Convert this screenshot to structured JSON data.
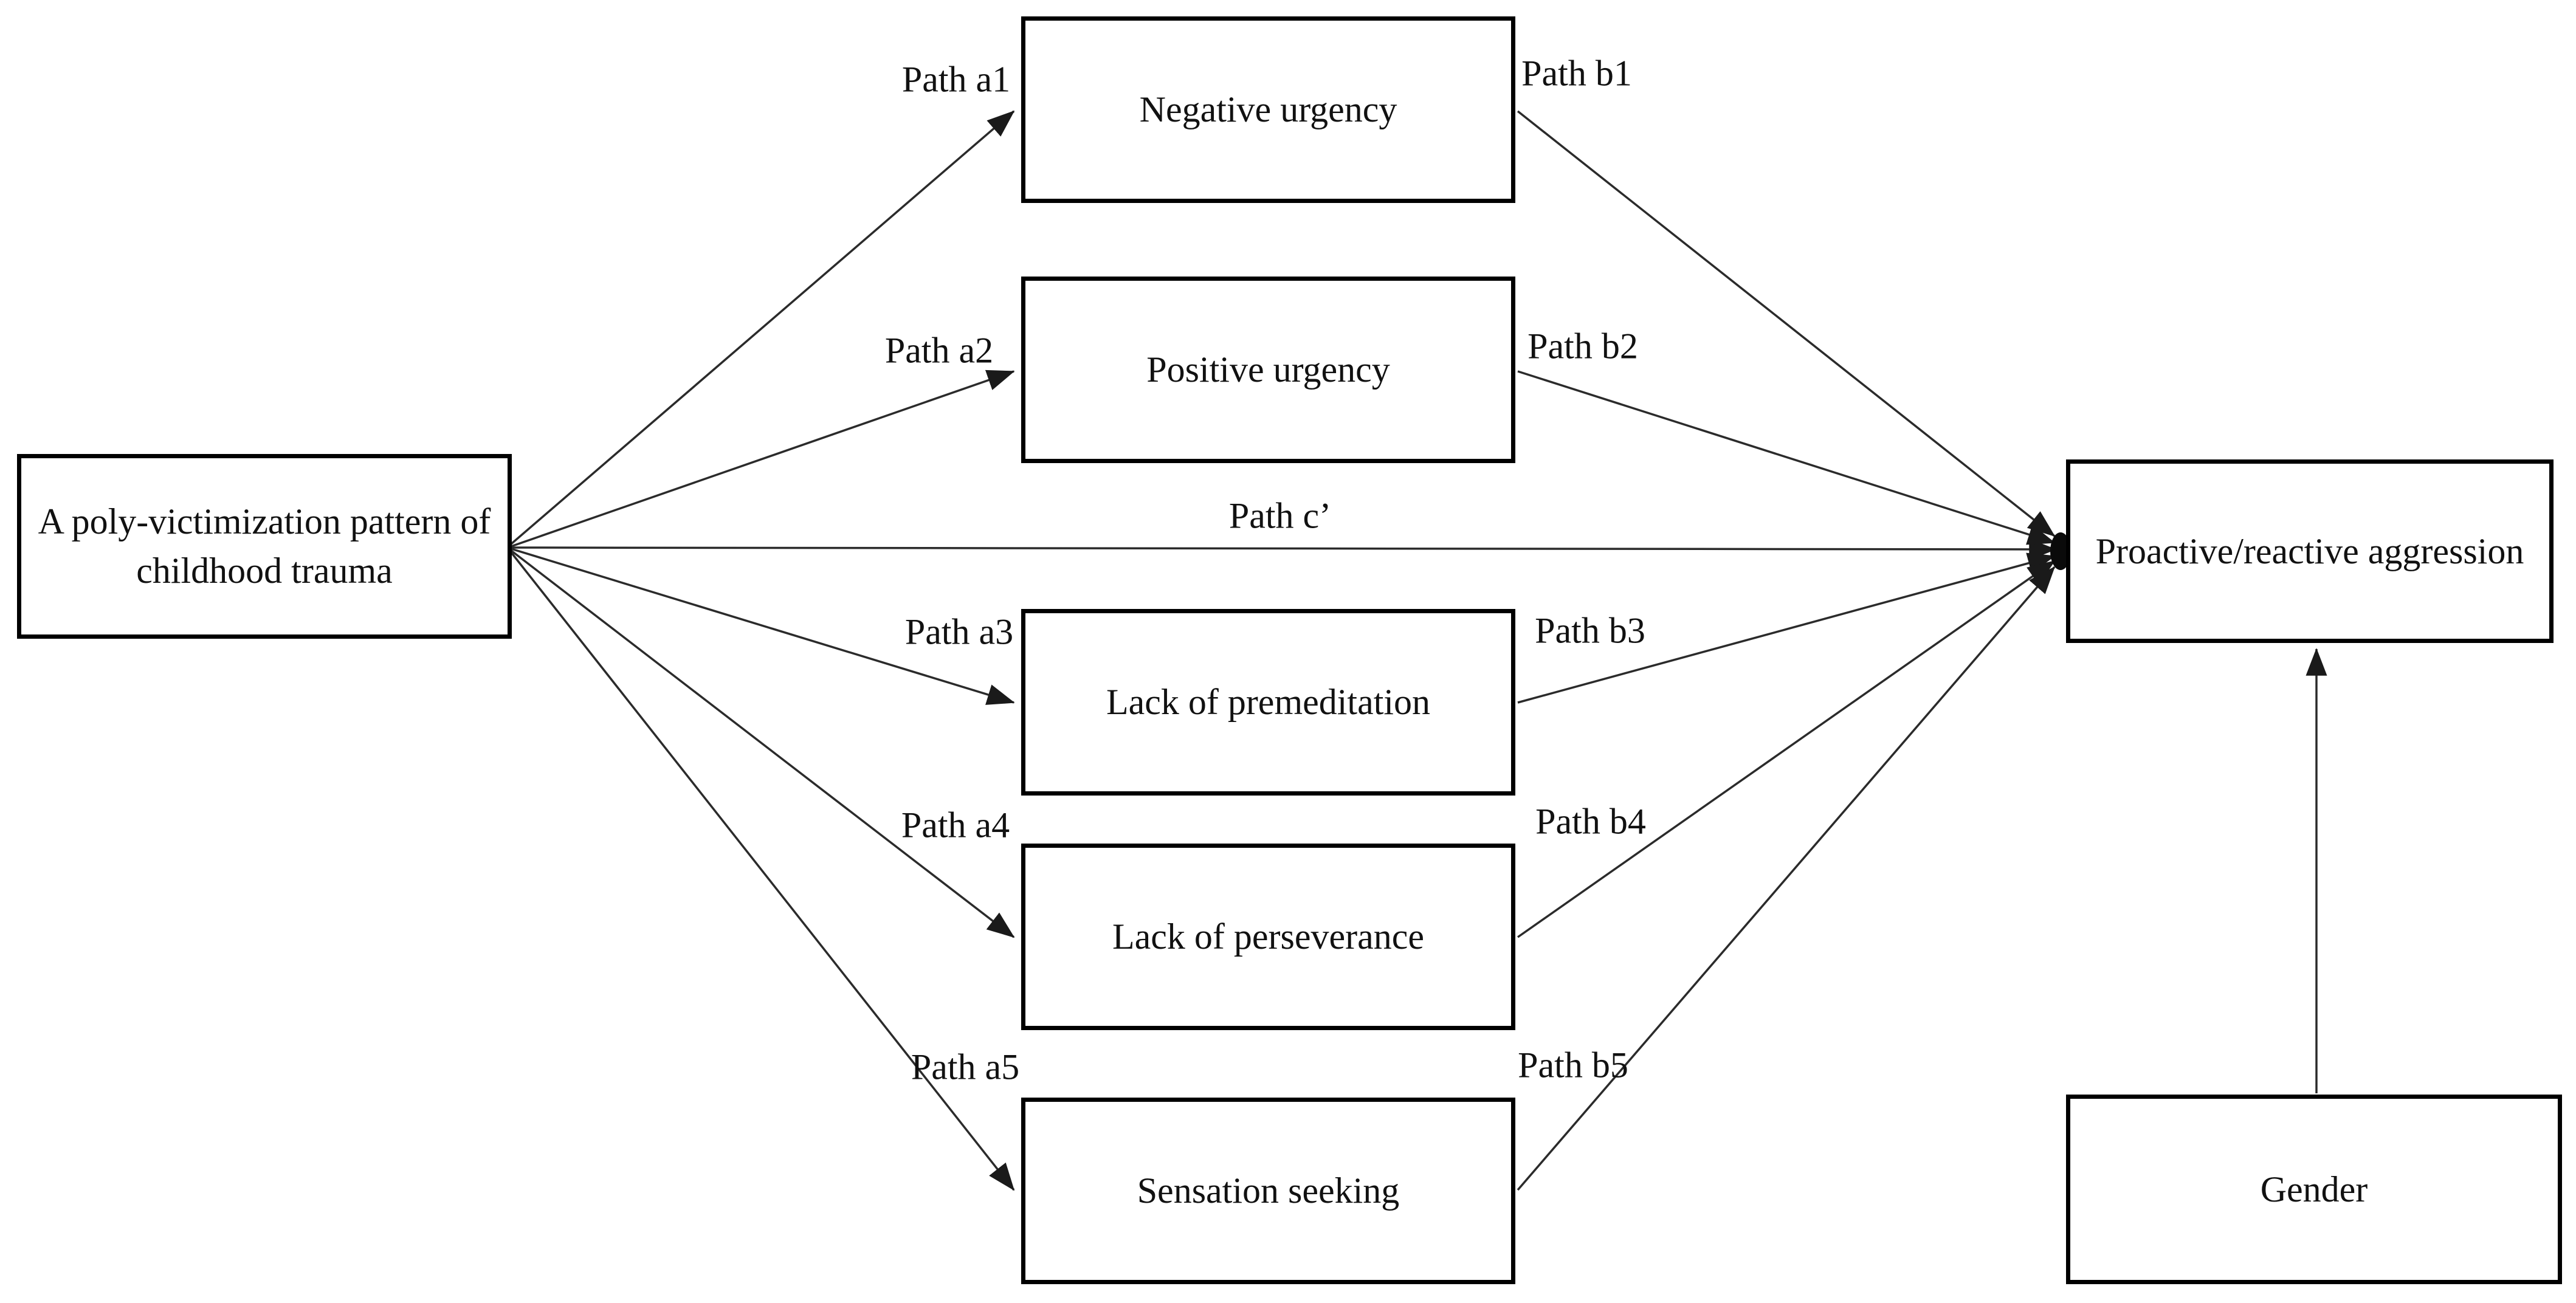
{
  "diagram": {
    "exogenous": {
      "label": "A poly-victimization pattern of childhood trauma",
      "lines": [
        "A poly-victimization pattern of",
        "childhood trauma"
      ]
    },
    "mediators": [
      {
        "label": "Negative urgency",
        "path_a": "Path a1",
        "path_b": "Path b1"
      },
      {
        "label": "Positive urgency",
        "path_a": "Path a2",
        "path_b": "Path b2"
      },
      {
        "label": "Lack of premeditation",
        "path_a": "Path a3",
        "path_b": "Path b3"
      },
      {
        "label": "Lack of perseverance",
        "path_a": "Path a4",
        "path_b": "Path b4"
      },
      {
        "label": "Sensation seeking",
        "path_a": "Path a5",
        "path_b": "Path b5"
      }
    ],
    "direct_path": {
      "label": "Path c’"
    },
    "outcome": {
      "label": "Proactive/reactive aggression"
    },
    "covariate": {
      "label": "Gender"
    },
    "colors": {
      "line": "#2b2b2b",
      "box_border": "#000000",
      "text": "#111111",
      "background": "#ffffff"
    }
  }
}
